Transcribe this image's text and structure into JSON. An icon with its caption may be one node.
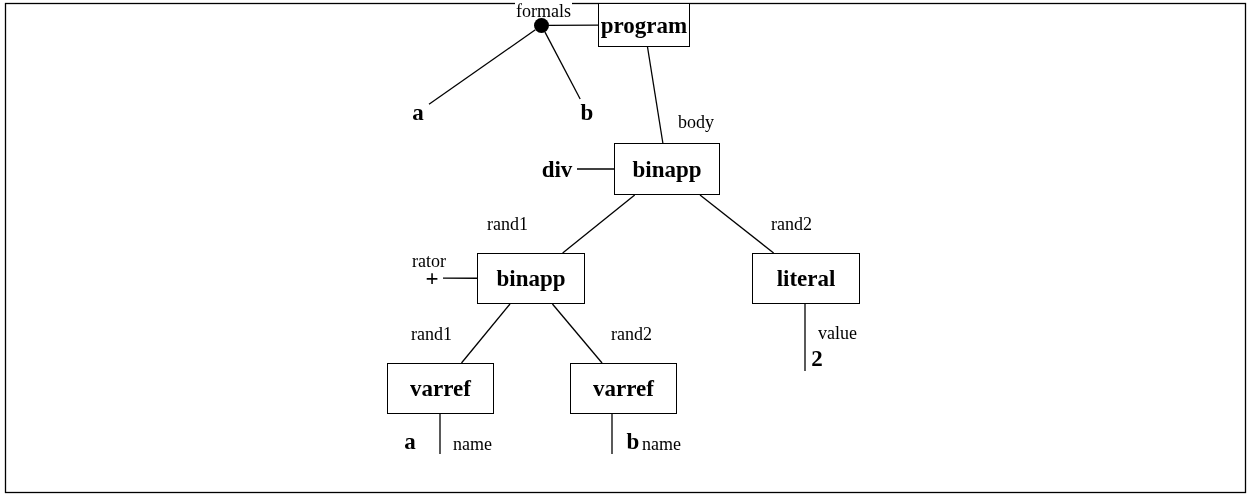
{
  "diagram": {
    "nodes": [
      {
        "text": [
          "program"
        ]
      },
      {
        "text": [],
        "shape": "circle"
      },
      {
        "text": [
          "a"
        ]
      },
      {
        "text": [
          "b"
        ]
      },
      {
        "text": [
          "binapp"
        ]
      },
      {
        "text": [
          "div"
        ]
      },
      {
        "text": [
          "binapp"
        ]
      },
      {
        "text": [
          "+"
        ]
      },
      {
        "text": [
          "literal"
        ]
      },
      {
        "text": [
          "varref"
        ]
      },
      {
        "text": [
          "varref"
        ]
      },
      {
        "text": [
          "a"
        ]
      },
      {
        "text": [
          "b"
        ]
      },
      {
        "text": [
          "2"
        ]
      }
    ],
    "edges": [
      {
        "from": 0,
        "to": 1,
        "arrow": "none",
        "label": "formals"
      },
      {
        "from": 1,
        "to": 2,
        "arrow": "none"
      },
      {
        "from": 1,
        "to": 3,
        "arrow": "none"
      },
      {
        "from": 0,
        "to": 4,
        "arrow": "none",
        "label": "body"
      },
      {
        "from": 4,
        "to": 5,
        "arrow": "none"
      },
      {
        "from": 4,
        "to": 6,
        "arrow": "none",
        "label": "rand1"
      },
      {
        "from": 4,
        "to": 8,
        "arrow": "none",
        "label": "rand2"
      },
      {
        "from": 6,
        "to": 7,
        "arrow": "none",
        "label": "rator"
      },
      {
        "from": 6,
        "to": 9,
        "arrow": "none",
        "label": "rand1"
      },
      {
        "from": 6,
        "to": 10,
        "arrow": "none",
        "label": "rand2"
      },
      {
        "from": 8,
        "to": 13,
        "arrow": "none",
        "label": "value"
      },
      {
        "from": 9,
        "to": 11,
        "arrow": "none",
        "label": "name"
      },
      {
        "from": 10,
        "to": 12,
        "arrow": "none",
        "label": "name"
      }
    ]
  }
}
